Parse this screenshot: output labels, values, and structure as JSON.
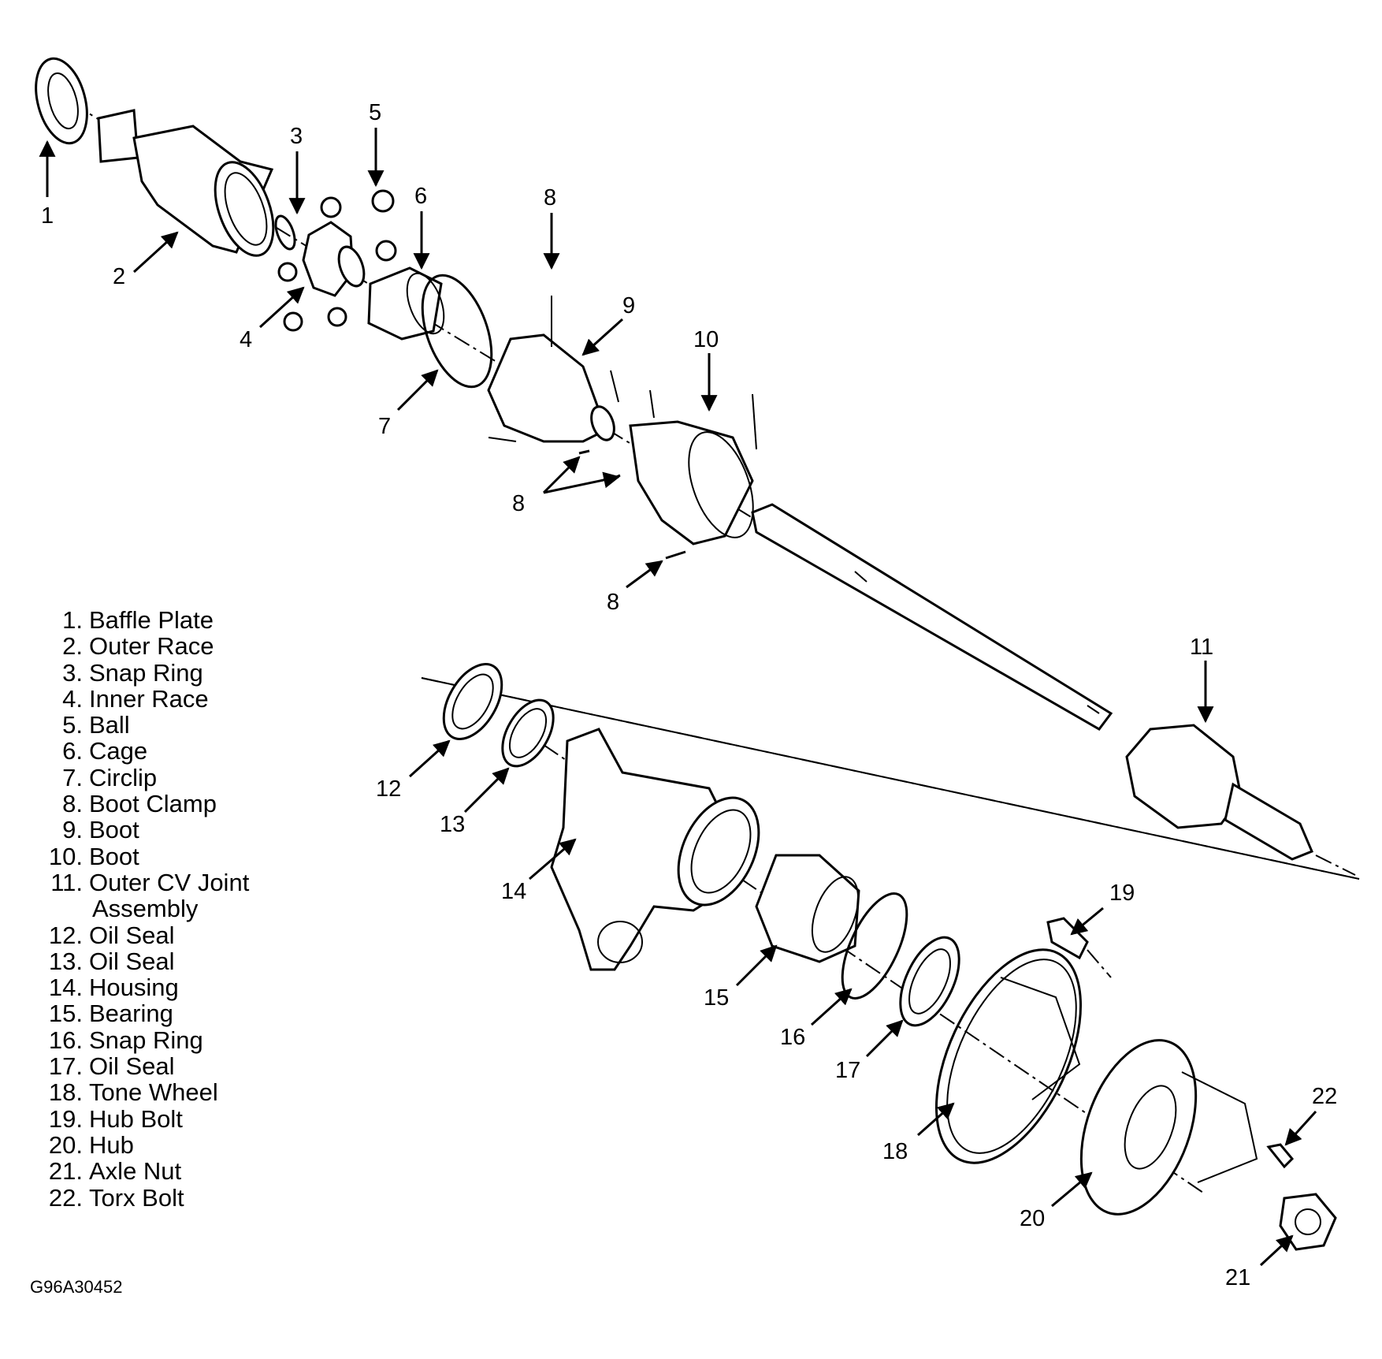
{
  "callouts": [
    "1",
    "2",
    "3",
    "4",
    "5",
    "6",
    "7",
    "8",
    "9",
    "10",
    "11",
    "12",
    "13",
    "14",
    "15",
    "16",
    "17",
    "18",
    "19",
    "20",
    "21",
    "22"
  ],
  "legend": [
    {
      "num": "1.",
      "text": "Baffle Plate"
    },
    {
      "num": "2.",
      "text": "Outer Race"
    },
    {
      "num": "3.",
      "text": "Snap Ring"
    },
    {
      "num": "4.",
      "text": "Inner Race"
    },
    {
      "num": "5.",
      "text": "Ball"
    },
    {
      "num": "6.",
      "text": "Cage"
    },
    {
      "num": "7.",
      "text": "Circlip"
    },
    {
      "num": "8.",
      "text": "Boot Clamp"
    },
    {
      "num": "9.",
      "text": "Boot"
    },
    {
      "num": "10.",
      "text": "Boot"
    },
    {
      "num": "11.",
      "text": "Outer CV Joint"
    },
    {
      "num": "",
      "text": "Assembly"
    },
    {
      "num": "12.",
      "text": "Oil Seal"
    },
    {
      "num": "13.",
      "text": "Oil Seal"
    },
    {
      "num": "14.",
      "text": "Housing"
    },
    {
      "num": "15.",
      "text": "Bearing"
    },
    {
      "num": "16.",
      "text": "Snap Ring"
    },
    {
      "num": "17.",
      "text": "Oil Seal"
    },
    {
      "num": "18.",
      "text": "Tone Wheel"
    },
    {
      "num": "19.",
      "text": "Hub Bolt"
    },
    {
      "num": "20.",
      "text": "Hub"
    },
    {
      "num": "21.",
      "text": "Axle Nut"
    },
    {
      "num": "22.",
      "text": "Torx Bolt"
    }
  ],
  "figure_code": "G96A30452"
}
